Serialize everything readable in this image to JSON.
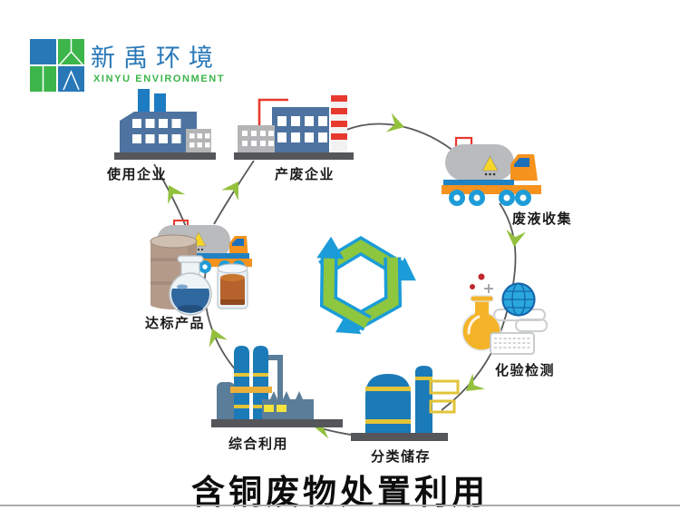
{
  "logo": {
    "company_name_cn": "新禹环境",
    "company_name_en": "XINYU ENVIRONMENT",
    "brand_blue": "#2878b8",
    "brand_green": "#3cb54a"
  },
  "title": "含铜废物处置利用",
  "cycle": {
    "direction": "clockwise",
    "center_icon": "recycle-symbol",
    "arrow_color": "#93c03d",
    "line_color": "#58595b",
    "recycle_green": "#8dc63f",
    "recycle_blue": "#1b9cd8",
    "nodes": [
      {
        "id": "use-enterprise",
        "label": "使用企业",
        "icon": "factory-icon"
      },
      {
        "id": "waste-producer",
        "label": "产废企业",
        "icon": "factory-chimney-icon"
      },
      {
        "id": "waste-liquid-collection",
        "label": "废液收集",
        "icon": "tanker-truck-icon"
      },
      {
        "id": "lab-testing",
        "label": "化验检测",
        "icon": "flask-globe-keyboard-icon"
      },
      {
        "id": "classified-storage",
        "label": "分类储存",
        "icon": "storage-tank-icon"
      },
      {
        "id": "comprehensive-utilization",
        "label": "综合利用",
        "icon": "processing-plant-icon"
      },
      {
        "id": "qualified-products",
        "label": "达标产品",
        "icon": "barrel-flask-jar-icon"
      }
    ],
    "edges": [
      {
        "from": "产废企业",
        "to": "废液收集"
      },
      {
        "from": "废液收集",
        "to": "化验检测"
      },
      {
        "from": "化验检测",
        "to": "分类储存"
      },
      {
        "from": "分类储存",
        "to": "综合利用"
      },
      {
        "from": "综合利用",
        "to": "达标产品"
      },
      {
        "from": "达标产品",
        "to": "使用企业"
      },
      {
        "from": "达标产品",
        "to": "产废企业"
      }
    ]
  }
}
